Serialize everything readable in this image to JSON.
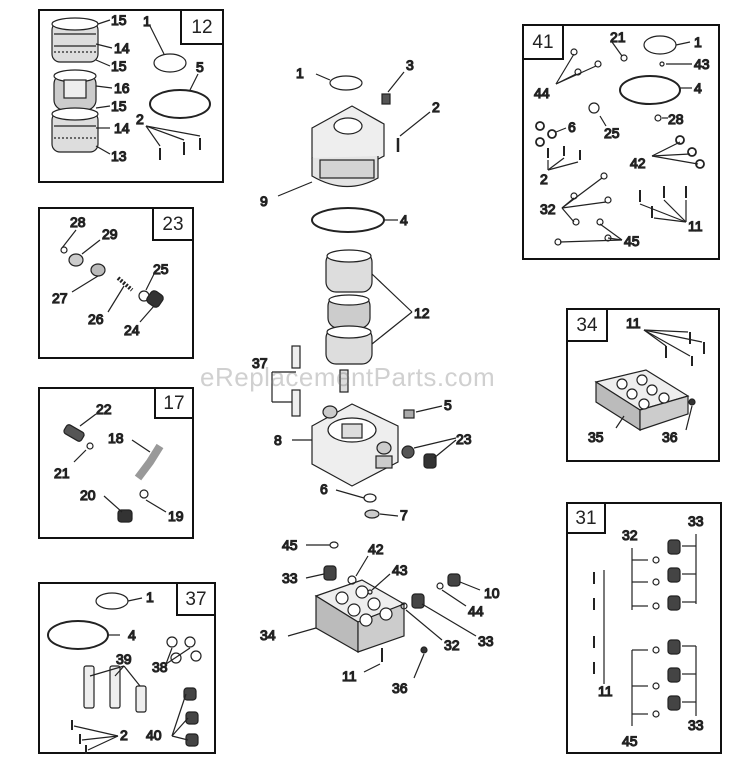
{
  "watermark": "eReplacementParts.com",
  "kits": [
    {
      "id": "12"
    },
    {
      "id": "23"
    },
    {
      "id": "17"
    },
    {
      "id": "37"
    },
    {
      "id": "41"
    },
    {
      "id": "34"
    },
    {
      "id": "31"
    }
  ],
  "callouts": {
    "kit12": [
      "15",
      "14",
      "15",
      "16",
      "15",
      "14",
      "13",
      "1",
      "5",
      "2"
    ],
    "kit23": [
      "28",
      "29",
      "25",
      "27",
      "26",
      "24"
    ],
    "kit17": [
      "22",
      "18",
      "21",
      "20",
      "19"
    ],
    "kit37": [
      "1",
      "4",
      "39",
      "38",
      "2",
      "40"
    ],
    "kit41": [
      "21",
      "1",
      "43",
      "44",
      "4",
      "6",
      "25",
      "28",
      "42",
      "2",
      "32",
      "11",
      "45"
    ],
    "kit34": [
      "11",
      "35",
      "36"
    ],
    "kit31": [
      "32",
      "33",
      "11",
      "33",
      "45"
    ],
    "center": [
      "1",
      "3",
      "2",
      "9",
      "4",
      "12",
      "37",
      "5",
      "8",
      "23",
      "6",
      "7",
      "45",
      "42",
      "43",
      "10",
      "33",
      "44",
      "34",
      "32",
      "33",
      "11",
      "36"
    ]
  }
}
